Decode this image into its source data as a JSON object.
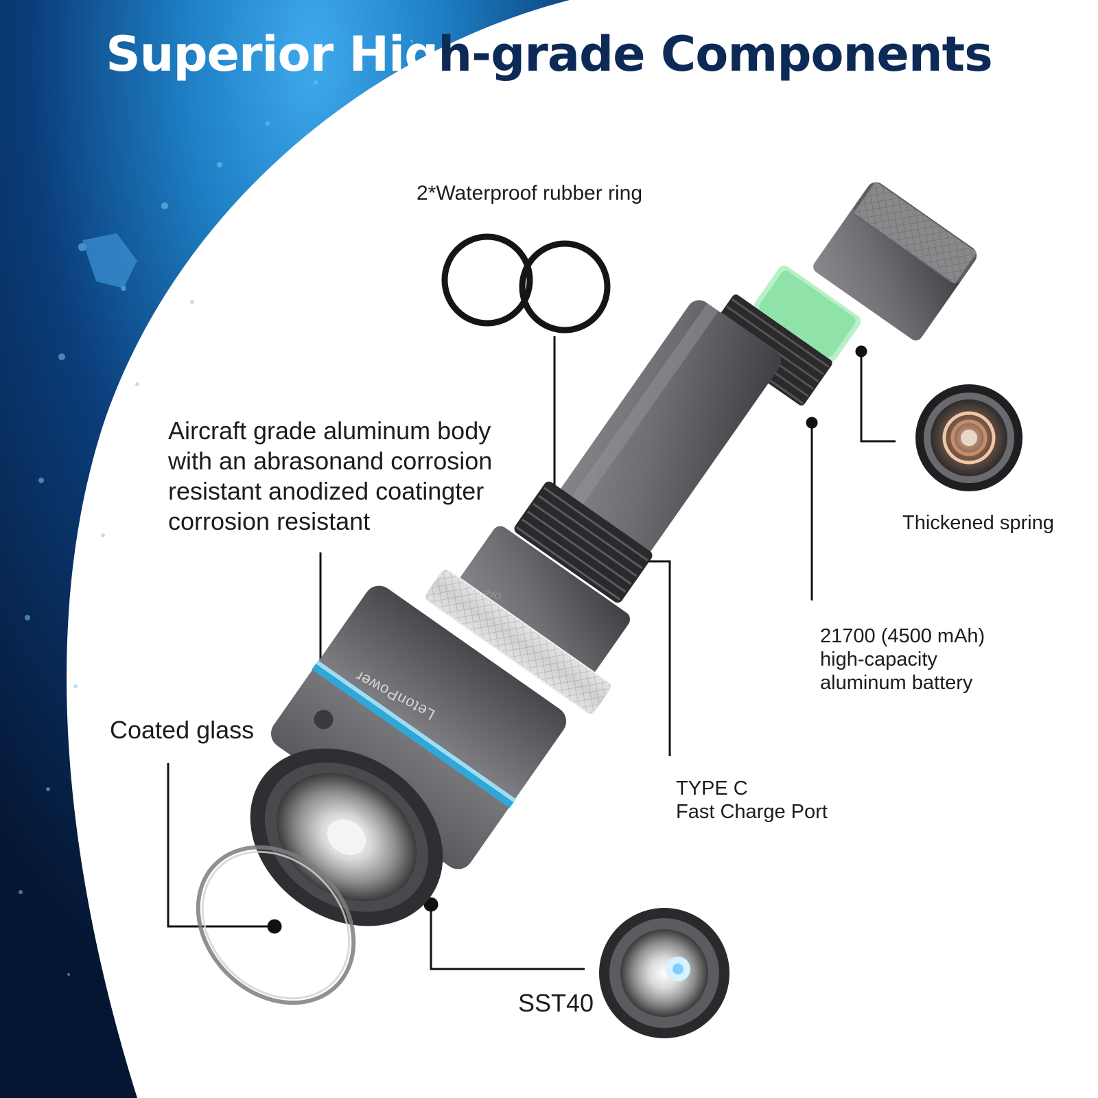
{
  "title": {
    "part_white": "Superior Hig",
    "part_dark": "h-grade Components"
  },
  "labels": {
    "rubber_ring": "2*Waterproof rubber ring",
    "body_line1": "Aircraft grade aluminum body",
    "body_line2": "with an abrasonand corrosion",
    "body_line3": "resistant anodized coatingter",
    "body_line4": "corrosion resistant",
    "spring": "Thickened spring",
    "battery_line1": "21700 (4500 mAh)",
    "battery_line2": "high-capacity",
    "battery_line3": "aluminum battery",
    "port_line1": "TYPE C",
    "port_line2": "Fast Charge Port",
    "coated_glass": "Coated glass",
    "led": "SST40"
  },
  "product": {
    "brand_text": "LetonPower",
    "switch_text": "OFF"
  },
  "colors": {
    "ocean_dark": "#061a3a",
    "ocean_light": "#1e7fc4",
    "title_dark": "#0d2a57",
    "accent_blue": "#2fa7d8",
    "body_gray": "#6b6b6e"
  }
}
